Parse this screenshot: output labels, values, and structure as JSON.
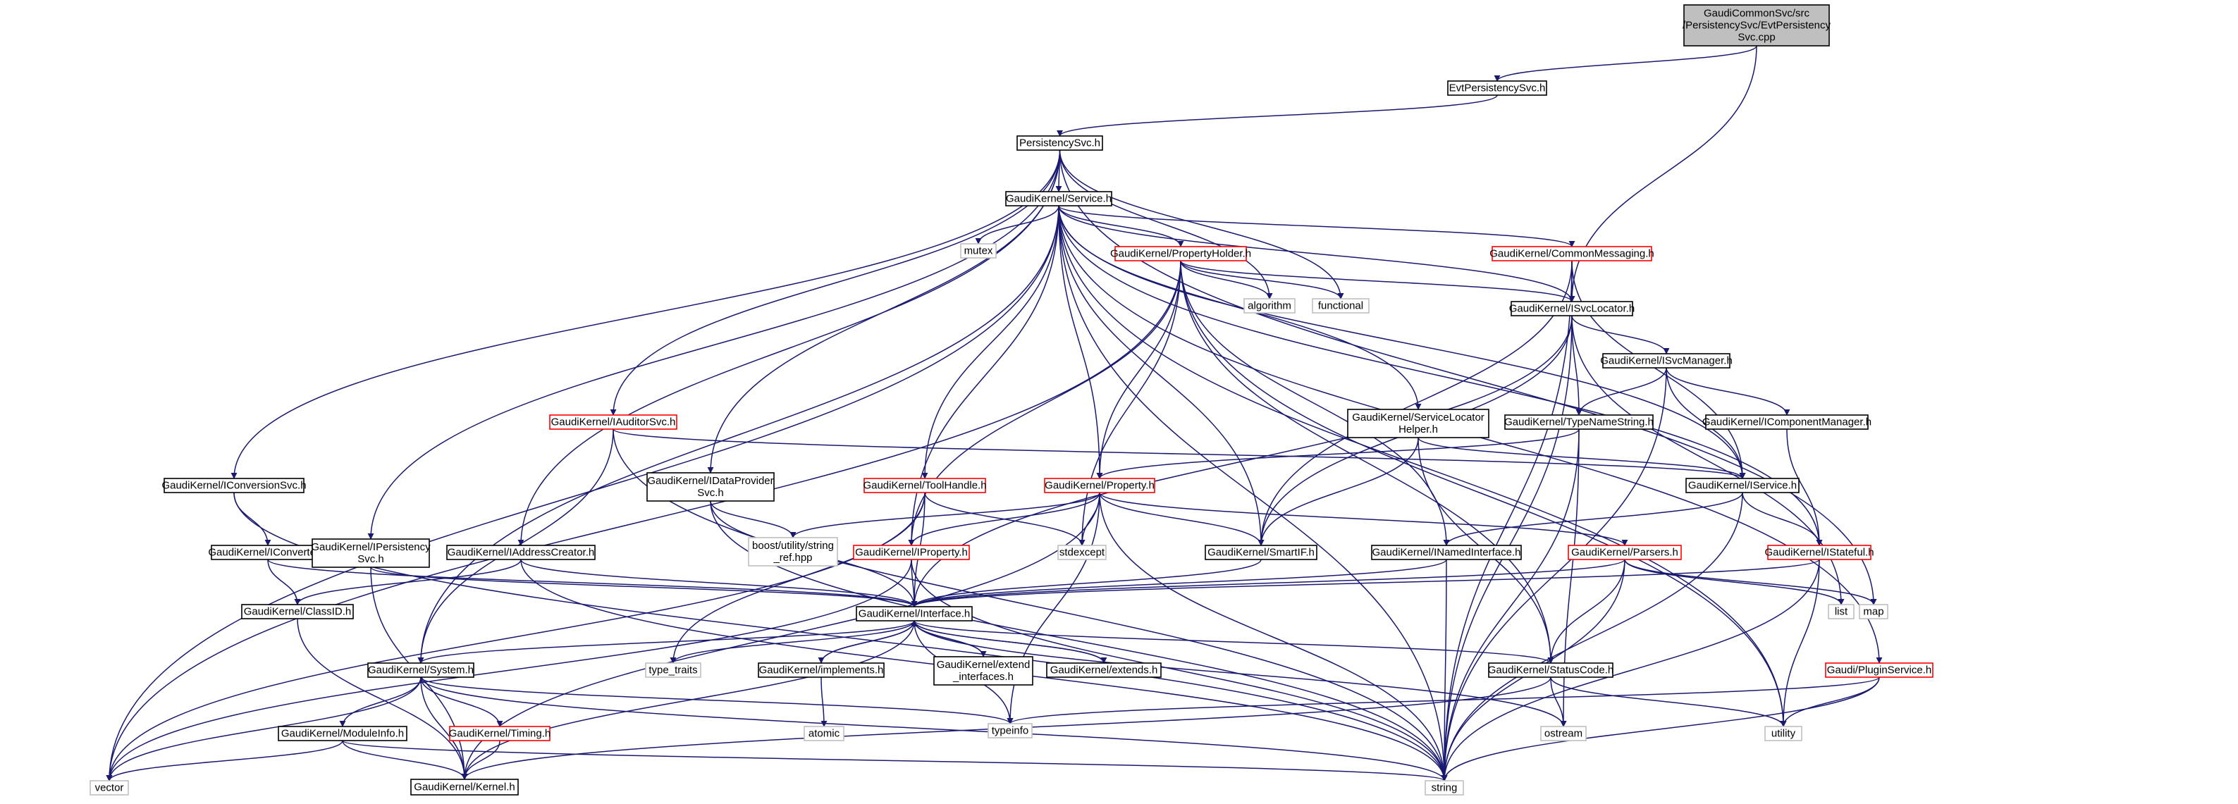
{
  "colors": {
    "edge": "#191970",
    "box_black": "#000000",
    "box_red": "#ff0000",
    "box_gray": "#bfbfbf",
    "root_fill": "#bfbfbf"
  },
  "nodes": [
    {
      "id": "root",
      "lines": [
        "GaudiCommonSvc/src",
        "/PersistencySvc/EvtPersistency",
        "Svc.cpp"
      ],
      "style": "root"
    },
    {
      "id": "evtpersistency",
      "lines": [
        "EvtPersistencySvc.h"
      ],
      "style": "black"
    },
    {
      "id": "persistencysvc",
      "lines": [
        "PersistencySvc.h"
      ],
      "style": "black"
    },
    {
      "id": "service",
      "lines": [
        "GaudiKernel/Service.h"
      ],
      "style": "black"
    },
    {
      "id": "mutex",
      "lines": [
        "mutex"
      ],
      "style": "gray"
    },
    {
      "id": "propertyholder",
      "lines": [
        "GaudiKernel/PropertyHolder.h"
      ],
      "style": "red"
    },
    {
      "id": "commonmessaging",
      "lines": [
        "GaudiKernel/CommonMessaging.h"
      ],
      "style": "red"
    },
    {
      "id": "algorithm",
      "lines": [
        "algorithm"
      ],
      "style": "gray"
    },
    {
      "id": "functional",
      "lines": [
        "functional"
      ],
      "style": "gray"
    },
    {
      "id": "isvclocator",
      "lines": [
        "GaudiKernel/ISvcLocator.h"
      ],
      "style": "black"
    },
    {
      "id": "isvcmanager",
      "lines": [
        "GaudiKernel/ISvcManager.h"
      ],
      "style": "black"
    },
    {
      "id": "typenamestring",
      "lines": [
        "GaudiKernel/TypeNameString.h"
      ],
      "style": "black"
    },
    {
      "id": "icomponentmanager",
      "lines": [
        "GaudiKernel/IComponentManager.h"
      ],
      "style": "black"
    },
    {
      "id": "servicelocatorhelper",
      "lines": [
        "GaudiKernel/ServiceLocator",
        "Helper.h"
      ],
      "style": "black"
    },
    {
      "id": "iauditorsvc",
      "lines": [
        "GaudiKernel/IAuditorSvc.h"
      ],
      "style": "red"
    },
    {
      "id": "iconversionsvc",
      "lines": [
        "GaudiKernel/IConversionSvc.h"
      ],
      "style": "black"
    },
    {
      "id": "idataprovidersvc",
      "lines": [
        "GaudiKernel/IDataProvider",
        "Svc.h"
      ],
      "style": "black"
    },
    {
      "id": "toolhandle",
      "lines": [
        "GaudiKernel/ToolHandle.h"
      ],
      "style": "red"
    },
    {
      "id": "property",
      "lines": [
        "GaudiKernel/Property.h"
      ],
      "style": "red"
    },
    {
      "id": "iservice",
      "lines": [
        "GaudiKernel/IService.h"
      ],
      "style": "black"
    },
    {
      "id": "iconverter",
      "lines": [
        "GaudiKernel/IConverter.h"
      ],
      "style": "black"
    },
    {
      "id": "ipersistencysvc",
      "lines": [
        "GaudiKernel/IPersistency",
        "Svc.h"
      ],
      "style": "black"
    },
    {
      "id": "iaddresscreator",
      "lines": [
        "GaudiKernel/IAddressCreator.h"
      ],
      "style": "black"
    },
    {
      "id": "boostutility",
      "lines": [
        "boost/utility/string",
        "_ref.hpp"
      ],
      "style": "gray"
    },
    {
      "id": "iproperty",
      "lines": [
        "GaudiKernel/IProperty.h"
      ],
      "style": "red"
    },
    {
      "id": "stdexcept",
      "lines": [
        "stdexcept"
      ],
      "style": "gray"
    },
    {
      "id": "smartif",
      "lines": [
        "GaudiKernel/SmartIF.h"
      ],
      "style": "black"
    },
    {
      "id": "inamedinterface",
      "lines": [
        "GaudiKernel/INamedInterface.h"
      ],
      "style": "black"
    },
    {
      "id": "parsers",
      "lines": [
        "GaudiKernel/Parsers.h"
      ],
      "style": "red"
    },
    {
      "id": "istateful",
      "lines": [
        "GaudiKernel/IStateful.h"
      ],
      "style": "red"
    },
    {
      "id": "list",
      "lines": [
        "list"
      ],
      "style": "gray"
    },
    {
      "id": "map",
      "lines": [
        "map"
      ],
      "style": "gray"
    },
    {
      "id": "classid",
      "lines": [
        "GaudiKernel/ClassID.h"
      ],
      "style": "black"
    },
    {
      "id": "interface",
      "lines": [
        "GaudiKernel/Interface.h"
      ],
      "style": "black"
    },
    {
      "id": "system",
      "lines": [
        "GaudiKernel/System.h"
      ],
      "style": "black"
    },
    {
      "id": "type_traits",
      "lines": [
        "type_traits"
      ],
      "style": "gray"
    },
    {
      "id": "implements",
      "lines": [
        "GaudiKernel/implements.h"
      ],
      "style": "black"
    },
    {
      "id": "extend_interfaces",
      "lines": [
        "GaudiKernel/extend",
        "_interfaces.h"
      ],
      "style": "black"
    },
    {
      "id": "extends",
      "lines": [
        "GaudiKernel/extends.h"
      ],
      "style": "black"
    },
    {
      "id": "statuscode",
      "lines": [
        "GaudiKernel/StatusCode.h"
      ],
      "style": "black"
    },
    {
      "id": "pluginservice",
      "lines": [
        "Gaudi/PluginService.h"
      ],
      "style": "red"
    },
    {
      "id": "atomic",
      "lines": [
        "atomic"
      ],
      "style": "gray"
    },
    {
      "id": "typeinfo",
      "lines": [
        "typeinfo"
      ],
      "style": "gray"
    },
    {
      "id": "ostream",
      "lines": [
        "ostream"
      ],
      "style": "gray"
    },
    {
      "id": "utility",
      "lines": [
        "utility"
      ],
      "style": "gray"
    },
    {
      "id": "moduleinfo",
      "lines": [
        "GaudiKernel/ModuleInfo.h"
      ],
      "style": "black"
    },
    {
      "id": "timing",
      "lines": [
        "GaudiKernel/Timing.h"
      ],
      "style": "red"
    },
    {
      "id": "vector",
      "lines": [
        "vector"
      ],
      "style": "gray"
    },
    {
      "id": "kernel",
      "lines": [
        "GaudiKernel/Kernel.h"
      ],
      "style": "black"
    },
    {
      "id": "string",
      "lines": [
        "string"
      ],
      "style": "gray"
    }
  ],
  "edges": [
    [
      "root",
      "evtpersistency"
    ],
    [
      "root",
      "isvclocator"
    ],
    [
      "evtpersistency",
      "persistencysvc"
    ],
    [
      "persistencysvc",
      "service"
    ],
    [
      "persistencysvc",
      "iconversionsvc"
    ],
    [
      "persistencysvc",
      "ipersistencysvc"
    ],
    [
      "persistencysvc",
      "iaddresscreator"
    ],
    [
      "persistencysvc",
      "idataprovidersvc"
    ],
    [
      "persistencysvc",
      "iauditorsvc"
    ],
    [
      "persistencysvc",
      "algorithm"
    ],
    [
      "persistencysvc",
      "functional"
    ],
    [
      "persistencysvc",
      "map"
    ],
    [
      "service",
      "mutex"
    ],
    [
      "service",
      "propertyholder"
    ],
    [
      "service",
      "commonmessaging"
    ],
    [
      "service",
      "isvclocator"
    ],
    [
      "service",
      "servicelocatorhelper"
    ],
    [
      "service",
      "property"
    ],
    [
      "service",
      "toolhandle"
    ],
    [
      "service",
      "iproperty"
    ],
    [
      "service",
      "smartif"
    ],
    [
      "service",
      "iservice"
    ],
    [
      "service",
      "istateful"
    ],
    [
      "service",
      "system"
    ],
    [
      "service",
      "vector"
    ],
    [
      "service",
      "string"
    ],
    [
      "service",
      "utility"
    ],
    [
      "service",
      "pluginservice"
    ],
    [
      "propertyholder",
      "algorithm"
    ],
    [
      "propertyholder",
      "functional"
    ],
    [
      "propertyholder",
      "isvclocator"
    ],
    [
      "propertyholder",
      "property"
    ],
    [
      "propertyholder",
      "iproperty"
    ],
    [
      "propertyholder",
      "inamedinterface"
    ],
    [
      "propertyholder",
      "stdexcept"
    ],
    [
      "propertyholder",
      "vector"
    ],
    [
      "propertyholder",
      "statuscode"
    ],
    [
      "propertyholder",
      "utility"
    ],
    [
      "commonmessaging",
      "isvclocator"
    ],
    [
      "commonmessaging",
      "smartif"
    ],
    [
      "commonmessaging",
      "iservice"
    ],
    [
      "commonmessaging",
      "string"
    ],
    [
      "isvclocator",
      "isvcmanager"
    ],
    [
      "isvclocator",
      "typenamestring"
    ],
    [
      "isvclocator",
      "smartif"
    ],
    [
      "isvclocator",
      "interface"
    ],
    [
      "isvclocator",
      "list"
    ],
    [
      "isvclocator",
      "string"
    ],
    [
      "isvcmanager",
      "icomponentmanager"
    ],
    [
      "isvcmanager",
      "iservice"
    ],
    [
      "isvcmanager",
      "typenamestring"
    ],
    [
      "isvcmanager",
      "string"
    ],
    [
      "icomponentmanager",
      "istateful"
    ],
    [
      "typenamestring",
      "property"
    ],
    [
      "typenamestring",
      "string"
    ],
    [
      "typenamestring",
      "ostream"
    ],
    [
      "servicelocatorhelper",
      "iservice"
    ],
    [
      "servicelocatorhelper",
      "smartif"
    ],
    [
      "servicelocatorhelper",
      "statuscode"
    ],
    [
      "iauditorsvc",
      "iservice"
    ],
    [
      "iauditorsvc",
      "string"
    ],
    [
      "iauditorsvc",
      "system"
    ],
    [
      "iconversionsvc",
      "iconverter"
    ],
    [
      "iconversionsvc",
      "string"
    ],
    [
      "idataprovidersvc",
      "boostutility"
    ],
    [
      "idataprovidersvc",
      "interface"
    ],
    [
      "idataprovidersvc",
      "string"
    ],
    [
      "toolhandle",
      "stdexcept"
    ],
    [
      "toolhandle",
      "type_traits"
    ],
    [
      "toolhandle",
      "vector"
    ],
    [
      "toolhandle",
      "interface"
    ],
    [
      "property",
      "boostutility"
    ],
    [
      "property",
      "stdexcept"
    ],
    [
      "property",
      "iproperty"
    ],
    [
      "property",
      "parsers"
    ],
    [
      "property",
      "smartif"
    ],
    [
      "property",
      "string"
    ],
    [
      "property",
      "typeinfo"
    ],
    [
      "property",
      "kernel"
    ],
    [
      "iservice",
      "inamedinterface"
    ],
    [
      "iservice",
      "istateful"
    ],
    [
      "iservice",
      "string"
    ],
    [
      "iconverter",
      "classid"
    ],
    [
      "iconverter",
      "interface"
    ],
    [
      "ipersistencysvc",
      "interface"
    ],
    [
      "ipersistencysvc",
      "kernel"
    ],
    [
      "iaddresscreator",
      "classid"
    ],
    [
      "iaddresscreator",
      "interface"
    ],
    [
      "iaddresscreator",
      "string"
    ],
    [
      "iproperty",
      "interface"
    ],
    [
      "iproperty",
      "vector"
    ],
    [
      "iproperty",
      "string"
    ],
    [
      "smartif",
      "interface"
    ],
    [
      "inamedinterface",
      "interface"
    ],
    [
      "inamedinterface",
      "string"
    ],
    [
      "parsers",
      "statuscode"
    ],
    [
      "parsers",
      "list"
    ],
    [
      "parsers",
      "map"
    ],
    [
      "parsers",
      "string"
    ],
    [
      "parsers",
      "interface"
    ],
    [
      "istateful",
      "interface"
    ],
    [
      "istateful",
      "string"
    ],
    [
      "classid",
      "kernel"
    ],
    [
      "interface",
      "system"
    ],
    [
      "interface",
      "type_traits"
    ],
    [
      "interface",
      "implements"
    ],
    [
      "interface",
      "extend_interfaces"
    ],
    [
      "interface",
      "extends"
    ],
    [
      "interface",
      "statuscode"
    ],
    [
      "interface",
      "typeinfo"
    ],
    [
      "interface",
      "ostream"
    ],
    [
      "interface",
      "kernel"
    ],
    [
      "implements",
      "interface"
    ],
    [
      "implements",
      "atomic"
    ],
    [
      "extend_interfaces",
      "interface"
    ],
    [
      "extends",
      "interface"
    ],
    [
      "statuscode",
      "ostream"
    ],
    [
      "statuscode",
      "utility"
    ],
    [
      "statuscode",
      "kernel"
    ],
    [
      "pluginservice",
      "typeinfo"
    ],
    [
      "pluginservice",
      "utility"
    ],
    [
      "pluginservice",
      "string"
    ],
    [
      "system",
      "moduleinfo"
    ],
    [
      "system",
      "timing"
    ],
    [
      "system",
      "kernel"
    ],
    [
      "system",
      "vector"
    ],
    [
      "system",
      "string"
    ],
    [
      "system",
      "typeinfo"
    ],
    [
      "moduleinfo",
      "kernel"
    ],
    [
      "moduleinfo",
      "vector"
    ],
    [
      "moduleinfo",
      "string"
    ],
    [
      "timing",
      "kernel"
    ],
    [
      "istateful",
      "utility"
    ]
  ]
}
